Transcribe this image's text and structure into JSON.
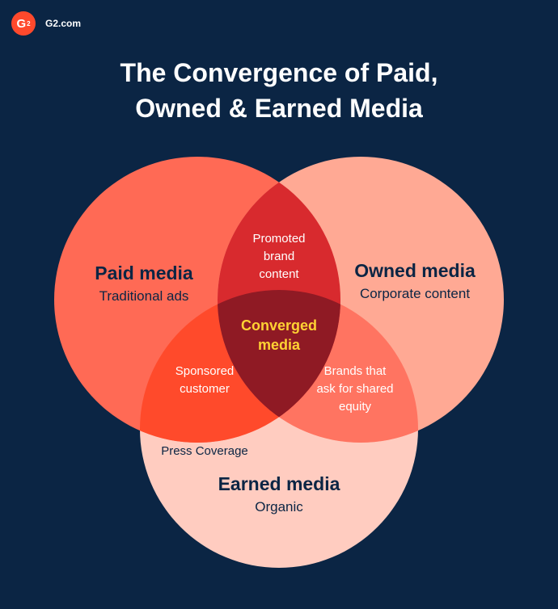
{
  "brand": {
    "logo_text": "G",
    "logo_sup": "2",
    "site": "G2.com"
  },
  "title_lines": [
    "The Convergence of Paid,",
    "Owned & Earned Media"
  ],
  "colors": {
    "background": "#0b2544",
    "paid": "#ff6a55",
    "owned": "#ffa994",
    "earned": "#ffccc0",
    "paid_owned": "#d82a2e",
    "paid_earned": "#ff4a2b",
    "owned_earned": "#ff7461",
    "center": "#8f1a24",
    "highlight": "#ffd233",
    "dark_text": "#0b2544"
  },
  "circles": {
    "paid": {
      "title": "Paid media",
      "subtitle": "Traditional ads"
    },
    "owned": {
      "title": "Owned media",
      "subtitle": "Corporate content"
    },
    "earned": {
      "title": "Earned media",
      "subtitle": "Organic",
      "extra": "Press Coverage"
    }
  },
  "intersections": {
    "paid_owned": [
      "Promoted",
      "brand",
      "content"
    ],
    "paid_earned": [
      "Sponsored",
      "customer"
    ],
    "owned_earned": [
      "Brands that",
      "ask for shared",
      "equity"
    ],
    "center": [
      "Converged",
      "media"
    ]
  }
}
